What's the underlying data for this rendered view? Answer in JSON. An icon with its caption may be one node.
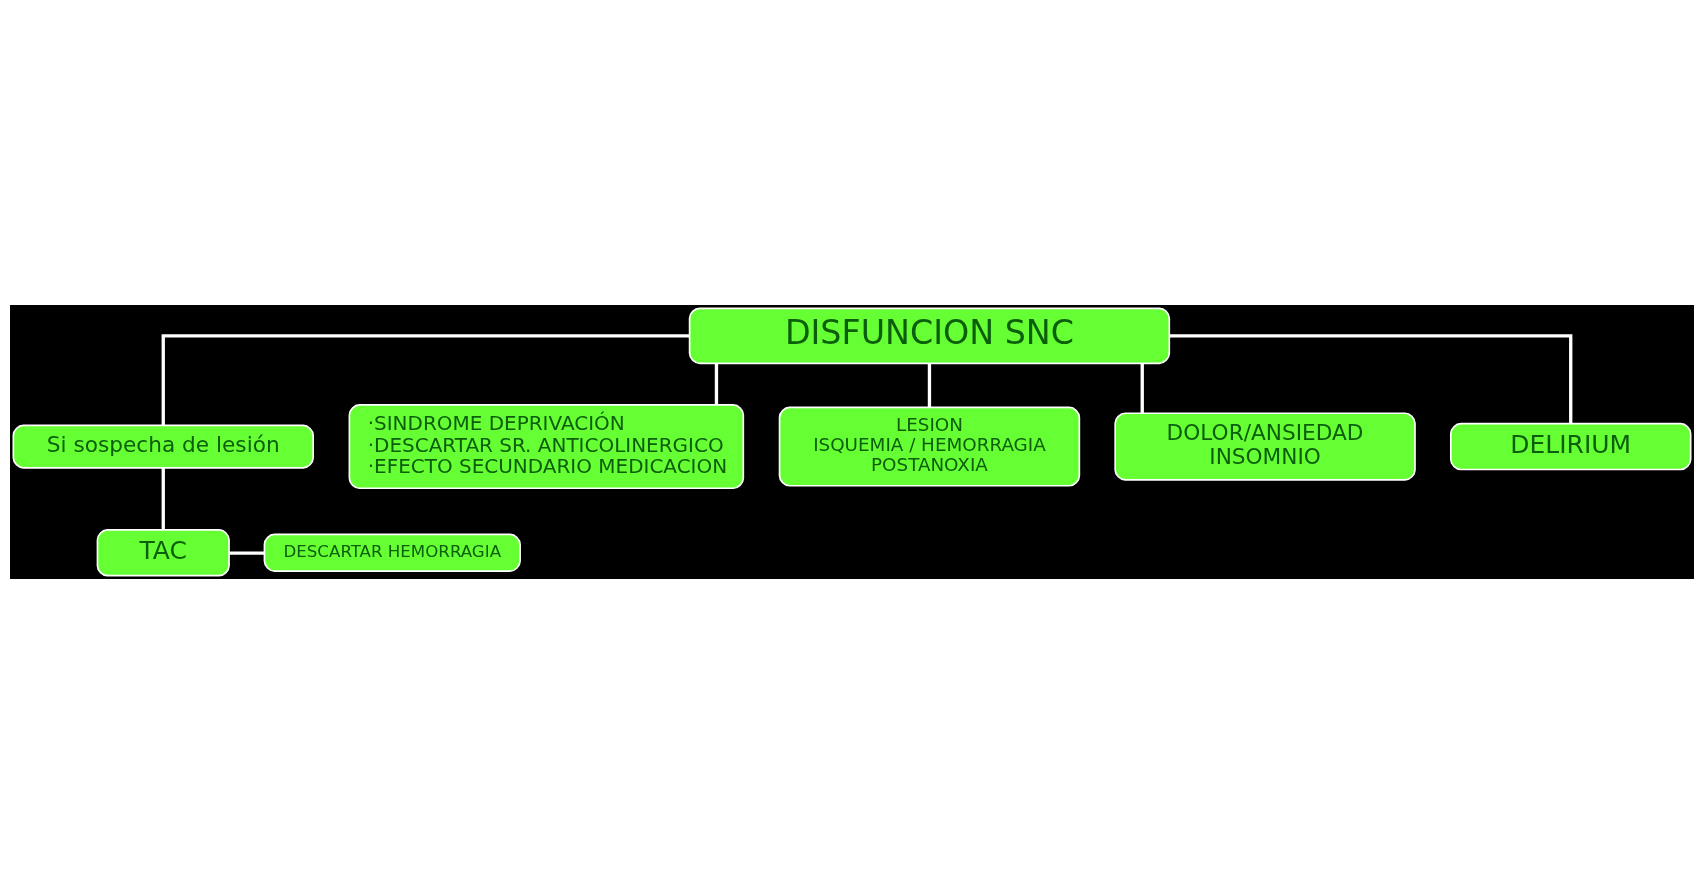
{
  "diagram": {
    "nodes": [
      {
        "text": [
          "DISFUNCION SNC"
        ]
      },
      {
        "text": [
          "Si sospecha de lesión"
        ]
      },
      {
        "text": [
          "·SINDROME DEPRIVACIÓN",
          "·DESCARTAR SR. ANTICOLINERGICO",
          "·EFECTO SECUNDARIO MEDICACION"
        ]
      },
      {
        "text": [
          "DESCARTAR HEMORRAGIA"
        ]
      },
      {
        "text": [
          "TAC"
        ]
      },
      {
        "text": [
          "LESION",
          "ISQUEMIA / HEMORRAGIA",
          "POSTANOXIA"
        ]
      },
      {
        "text": [
          "DOLOR/ANSIEDAD",
          "INSOMNIO"
        ]
      },
      {
        "text": [
          "DELIRIUM"
        ]
      }
    ],
    "edges": [
      {
        "from": 0,
        "to": 1,
        "arrow": "none"
      },
      {
        "from": 0,
        "to": 2,
        "arrow": "none"
      },
      {
        "from": 1,
        "to": 4,
        "arrow": "none"
      },
      {
        "from": 4,
        "to": 3,
        "arrow": "none"
      },
      {
        "from": 0,
        "to": 5,
        "arrow": "none"
      },
      {
        "from": 0,
        "to": 6,
        "arrow": "none"
      },
      {
        "from": 0,
        "to": 7,
        "arrow": "none"
      }
    ]
  }
}
